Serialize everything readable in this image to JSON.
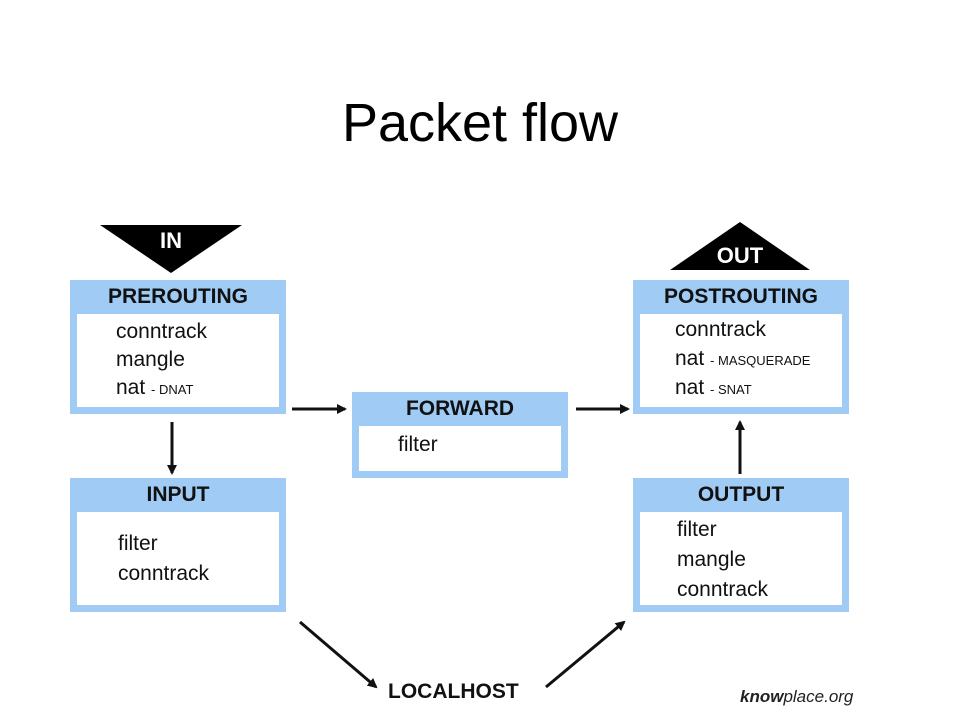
{
  "title": "Packet flow",
  "in_label": "IN",
  "out_label": "OUT",
  "prerouting": {
    "title": "PREROUTING",
    "items": [
      "conntrack",
      "mangle",
      "nat"
    ],
    "nat_note": "- DNAT"
  },
  "forward": {
    "title": "FORWARD",
    "items": [
      "filter"
    ]
  },
  "postrouting": {
    "title": "POSTROUTING",
    "items": [
      "conntrack",
      "nat",
      "nat"
    ],
    "nat_note_1": "- MASQUERADE",
    "nat_note_2": "- SNAT"
  },
  "input": {
    "title": "INPUT",
    "items": [
      "filter",
      "conntrack"
    ]
  },
  "output": {
    "title": "OUTPUT",
    "items": [
      "filter",
      "mangle",
      "conntrack"
    ]
  },
  "localhost": "LOCALHOST",
  "credit_bold": "know",
  "credit_rest": "place.org",
  "colors": {
    "box_fill": "#9fcbf5",
    "arrow": "#111111"
  }
}
